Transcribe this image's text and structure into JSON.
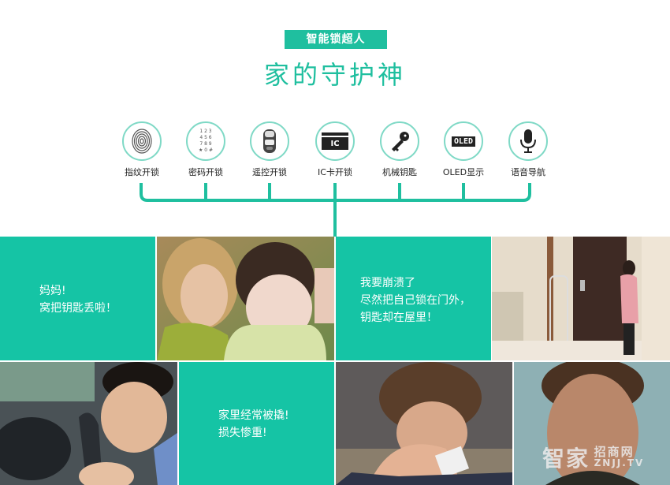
{
  "header": {
    "badge": "智能锁超人",
    "title": "家的守护神"
  },
  "features": [
    {
      "label": "指纹开锁",
      "icon": "fingerprint-icon"
    },
    {
      "label": "密码开锁",
      "icon": "keypad-icon",
      "keypad": [
        "1 2 3",
        "4 5 6",
        "7 8 9",
        "★ 0 #"
      ]
    },
    {
      "label": "遥控开锁",
      "icon": "remote-control-icon"
    },
    {
      "label": "IC卡开锁",
      "icon": "ic-card-icon",
      "icon_text": "IC"
    },
    {
      "label": "机械钥匙",
      "icon": "key-icon"
    },
    {
      "label": "OLED显示",
      "icon": "oled-display-icon",
      "icon_text": "OLED"
    },
    {
      "label": "语音导航",
      "icon": "microphone-icon"
    }
  ],
  "colors": {
    "accent": "#1fbf9f",
    "tile_teal": "#15c4a5",
    "circle_border": "#7fd9c6"
  },
  "tiles": {
    "t1": {
      "lines": [
        "妈妈!",
        "窝把钥匙丢啦！"
      ]
    },
    "t2": {
      "lines": [
        "我要崩溃了",
        "尽然把自己锁在门外，",
        "钥匙却在屋里！"
      ]
    },
    "t3": {
      "lines": [
        "家里经常被撬!",
        "损失惨重!"
      ]
    }
  },
  "photos": {
    "p1": "mother-and-child-photo",
    "p2": "woman-locked-out-hallway-photo",
    "p3": "man-crying-in-car-photo",
    "p4": "man-wiping-tears-photo",
    "p5": "man-teary-closeup-photo"
  },
  "watermark": {
    "big": "智家",
    "small_top": "招商网",
    "small_bottom": "ZNJJ.TV"
  }
}
